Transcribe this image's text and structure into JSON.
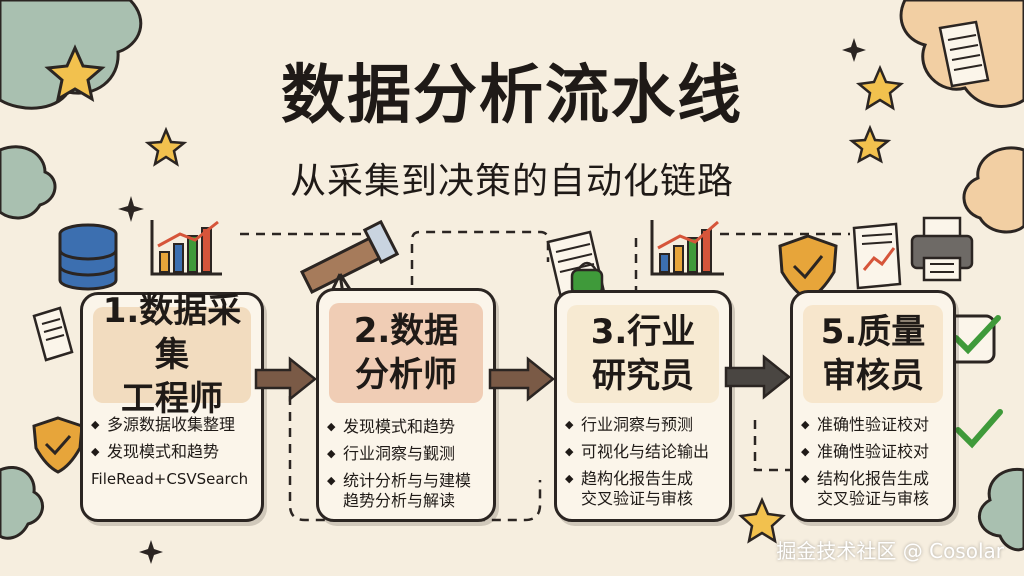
{
  "title": "数据分析流水线",
  "subtitle": "从采集到决策的自动化链路",
  "cards": [
    {
      "head_line1": "1.数据采集",
      "head_line2": "工程师",
      "items": [
        "多源数据收集整理",
        "发现模式和趋势",
        "FileRead+CSVSearch"
      ]
    },
    {
      "head_line1": "2.数据",
      "head_line2": "分析师",
      "items": [
        "发现模式和趋势",
        "行业洞察与觐测",
        "统计分析与与建模",
        "趋势分析与解读"
      ]
    },
    {
      "head_line1": "3.行业",
      "head_line2": "研究员",
      "items": [
        "行业洞察与预测",
        "可视化与结论输出",
        "趋构化报告生成",
        "交叉验证与审核"
      ]
    },
    {
      "head_line1": "5.质量",
      "head_line2": "审核员",
      "items": [
        "准确性验证校对",
        "准确性验证校对",
        "结构化报告生成",
        "交叉验证与审核"
      ]
    }
  ],
  "watermark": "掘金技术社区 @ Cosolar",
  "colors": {
    "background": "#f6eedf",
    "card_head_1": "#f2dcbf",
    "card_head_2": "#f0cdb5",
    "card_head_3": "#f7ead2",
    "card_head_4": "#f7e6cc",
    "arrow_brown": "#7a5a46",
    "arrow_dark": "#4a4642",
    "check_green": "#3f9a3a",
    "shield_orange": "#e7a53a",
    "star_yellow": "#f2c14e",
    "cloud_teal": "#9fb8a8",
    "cloud_peach": "#f0c89a"
  }
}
